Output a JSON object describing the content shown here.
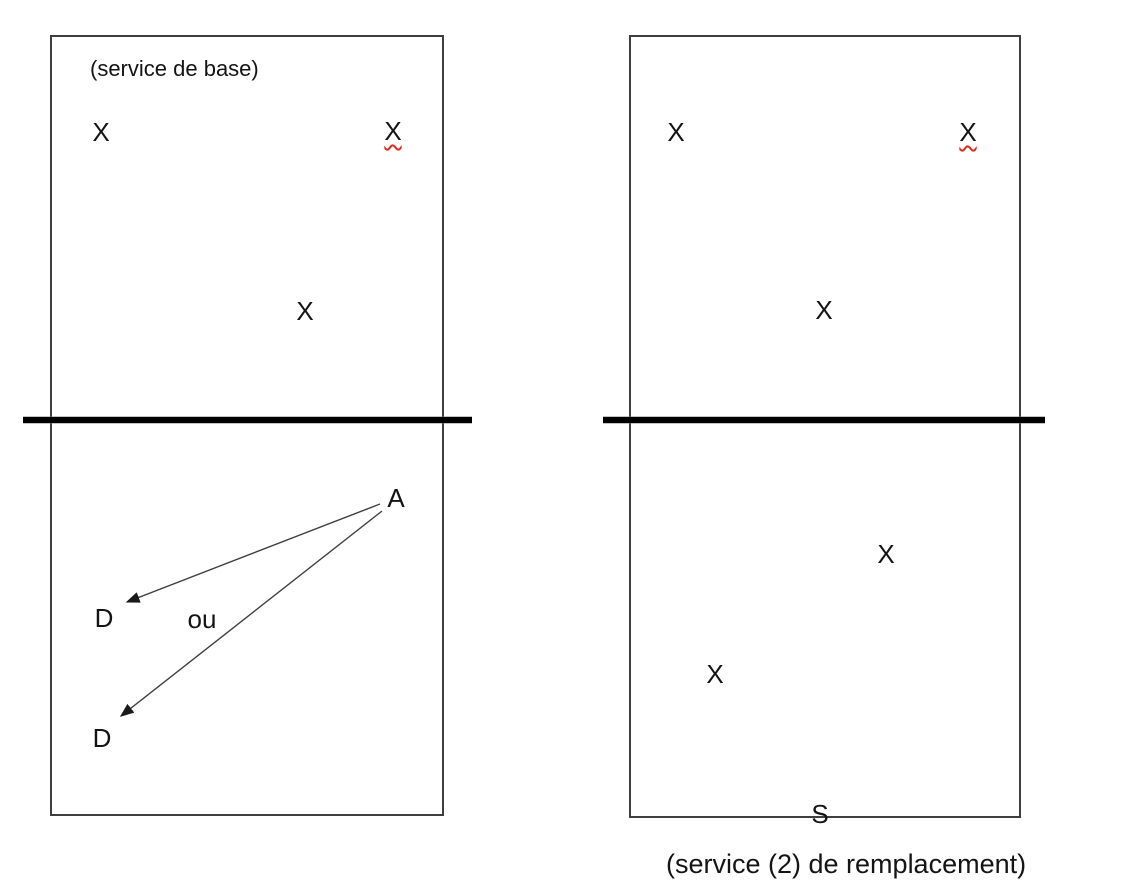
{
  "diagram": {
    "left_court": {
      "caption": "(service de base)",
      "players": [
        {
          "label": "X",
          "position": "back-left"
        },
        {
          "label": "X",
          "position": "back-right",
          "spellcheck_underline": true
        },
        {
          "label": "X",
          "position": "middle"
        }
      ],
      "attacker_label": "A",
      "or_label": "ou",
      "defenders": [
        {
          "label": "D",
          "position": "upper"
        },
        {
          "label": "D",
          "position": "lower"
        }
      ]
    },
    "right_court": {
      "caption": "(service (2) de remplacement)",
      "players": [
        {
          "label": "X",
          "position": "back-left"
        },
        {
          "label": "X",
          "position": "back-right",
          "spellcheck_underline": true
        },
        {
          "label": "X",
          "position": "middle"
        },
        {
          "label": "X",
          "position": "front-right"
        },
        {
          "label": "X",
          "position": "front-left"
        }
      ],
      "server_label": "S"
    },
    "colors": {
      "court_border": "#3f3f3f",
      "net_line": "#000000",
      "arrow_line": "#3f3f3f",
      "arrow_head": "#1a1a1a",
      "text": "#141414",
      "spellcheck_underline": "#e02b20",
      "background": "#ffffff"
    }
  }
}
